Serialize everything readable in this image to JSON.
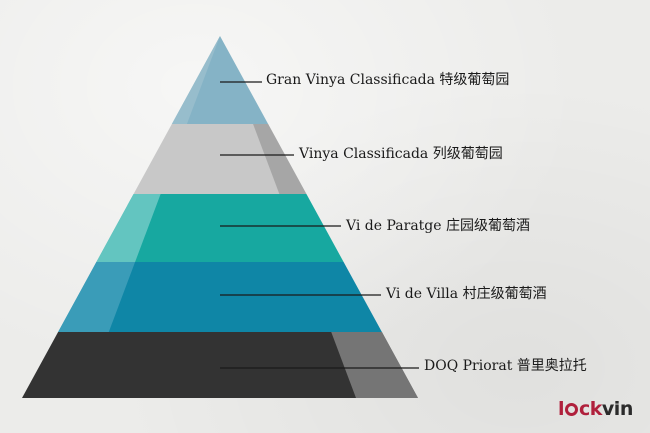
{
  "tiers": [
    {
      "label": "Gran Vinya Classificada 特级葡萄园",
      "color": "#85b3c6",
      "shade": "#9ec0ce"
    },
    {
      "label": "Vinya Classificada 列级葡萄园",
      "color": "#c8c8c8",
      "shade": "#9b9b9b"
    },
    {
      "label": "Vi de Paratge 庄园级葡萄酒",
      "color": "#17a8a0",
      "shade": "#7ecfcb"
    },
    {
      "label": "Vi de Villa 村庄级葡萄酒",
      "color": "#0f86a6",
      "shade": "#4aa3bd"
    },
    {
      "label": "DOQ Priorat 普里奥拉托",
      "color": "#333333",
      "shade": "#8c8c8c"
    }
  ],
  "logo": {
    "prefix": "l",
    "mid": "ck",
    "suffix": "vin"
  }
}
